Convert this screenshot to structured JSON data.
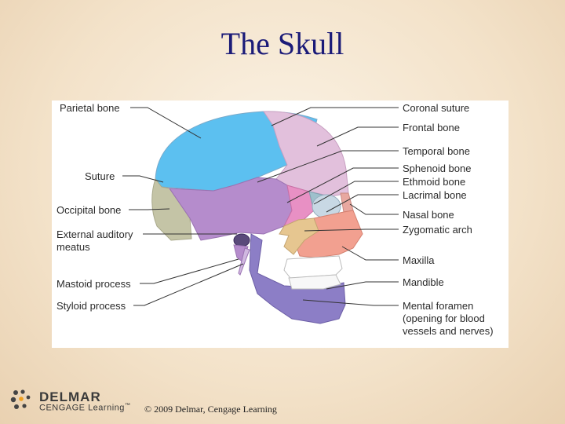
{
  "slide": {
    "title": "The Skull"
  },
  "diagram": {
    "labels_left": {
      "parietal": "Parietal bone",
      "suture": "Suture",
      "occipital": "Occipital bone",
      "auditory_1": "External auditory",
      "auditory_2": "meatus",
      "mastoid": "Mastoid process",
      "styloid": "Styloid process"
    },
    "labels_right": {
      "coronal": "Coronal suture",
      "frontal": "Frontal bone",
      "temporal": "Temporal bone",
      "sphenoid": "Sphenoid bone",
      "ethmoid": "Ethmoid bone",
      "lacrimal": "Lacrimal bone",
      "nasal": "Nasal bone",
      "zygomatic": "Zygomatic arch",
      "maxilla": "Maxilla",
      "mandible": "Mandible",
      "mental_1": "Mental foramen",
      "mental_2": "(opening for blood",
      "mental_3": "vessels and nerves)"
    },
    "colors": {
      "parietal": "#5cc0f0",
      "frontal": "#e2c0dc",
      "temporal": "#b58ccc",
      "sphenoid": "#e890c4",
      "occipital": "#c4c4a6",
      "zygomatic": "#e6c690",
      "maxilla": "#f2a090",
      "mandible": "#8c7ec6",
      "teeth": "#ffffff"
    }
  },
  "footer": {
    "brand": "DELMAR",
    "brand_sub": "CENGAGE Learning",
    "trademark": "™",
    "copyright": "© 2009 Delmar, Cengage Learning"
  }
}
